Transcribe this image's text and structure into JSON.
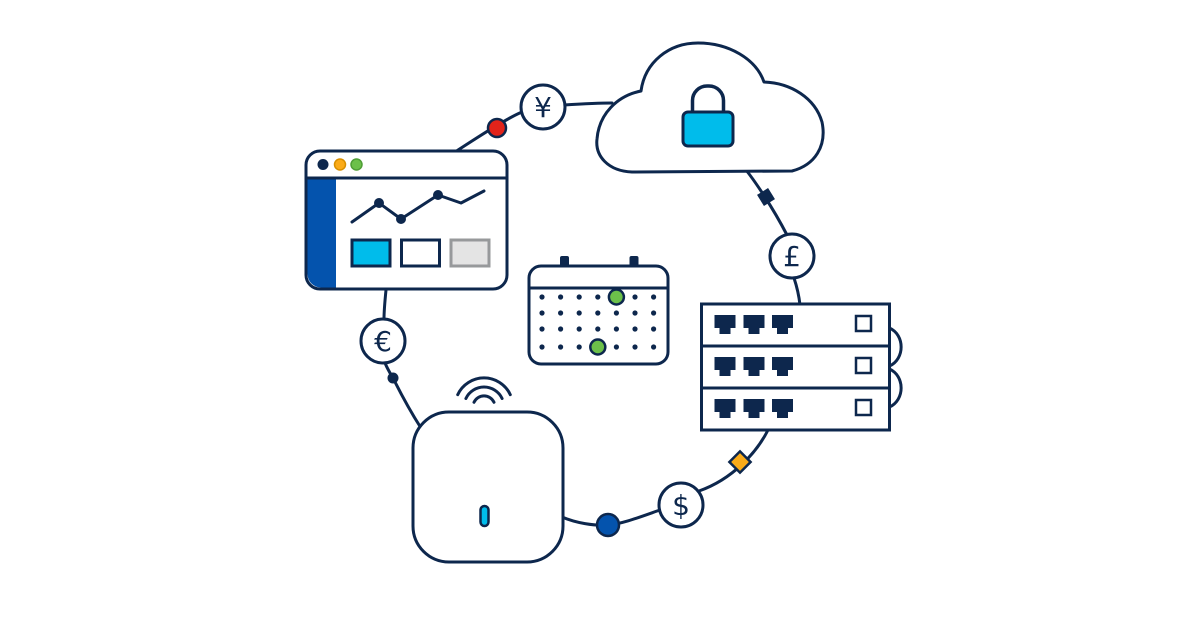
{
  "colors": {
    "navy": "#0d274d",
    "cyan": "#00bceb",
    "blue": "#0453ad",
    "red": "#e2231a",
    "orange": "#fbab18",
    "green": "#6cc04a",
    "gray_fill": "#e4e4e4",
    "gray_stroke": "#97999b",
    "white": "#ffffff"
  },
  "currencies": {
    "yen": "¥",
    "pound": "£",
    "euro": "€",
    "dollar": "$"
  },
  "calendar": {
    "rows": 4,
    "cols": 7,
    "row_y": [
      297,
      313,
      329,
      347
    ],
    "col_x": [
      542,
      560.6,
      579.2,
      597.8,
      616.4,
      635,
      653.6
    ],
    "event_cells": [
      [
        0,
        4
      ],
      [
        3,
        3
      ]
    ]
  },
  "icons": {
    "secure-cloud-icon": "cloud outline containing a cyan padlock",
    "lock-icon": "padlock with cyan body",
    "browser-analytics-icon": "browser window with blue sidebar, line chart and three content boxes",
    "line-chart-icon": "zigzag line with three node dots",
    "calendar-icon": "calendar grid of dots with two green event dots",
    "switch-stack-icon": "three stacked network switches with ethernet ports and stack-link loops",
    "ethernet-port-icon": "solid RJ45 port glyph",
    "access-point-icon": "rounded-square wireless access point with cyan LED",
    "wifi-signal-icon": "three nested signal arcs",
    "red-node-icon": "red filled circle on connector",
    "square-node-icon": "navy filled rotated square on connector",
    "dot-node-icon": "small navy filled circle on connector",
    "blue-node-icon": "blue filled circle on connector",
    "diamond-node-icon": "orange filled diamond on connector"
  }
}
